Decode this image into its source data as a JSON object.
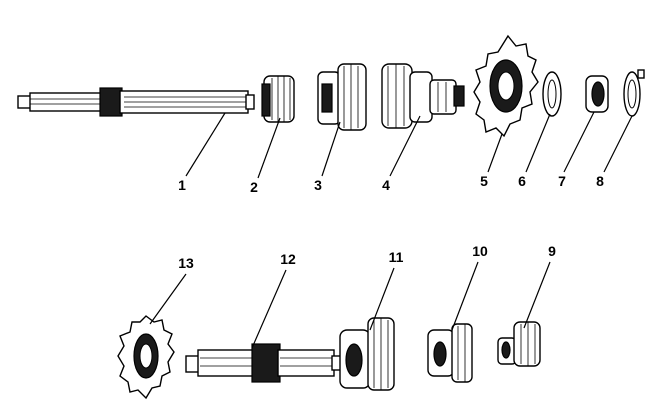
{
  "callouts": [
    "1",
    "2",
    "3",
    "4",
    "5",
    "6",
    "7",
    "8",
    "9",
    "10",
    "11",
    "12",
    "13"
  ],
  "icons": {
    "part1": "mainshaft-icon",
    "part2": "small-gear-icon",
    "part3": "cluster-gear-icon",
    "part4": "gear-with-bushing-icon",
    "part5": "sprocket-icon",
    "part6": "lock-washer-icon",
    "part7": "nut-icon",
    "part8": "tab-washer-icon",
    "part9": "small-gear-icon",
    "part10": "gear-icon",
    "part11": "cluster-gear-icon",
    "part12": "layshaft-icon",
    "part13": "gear-icon"
  }
}
